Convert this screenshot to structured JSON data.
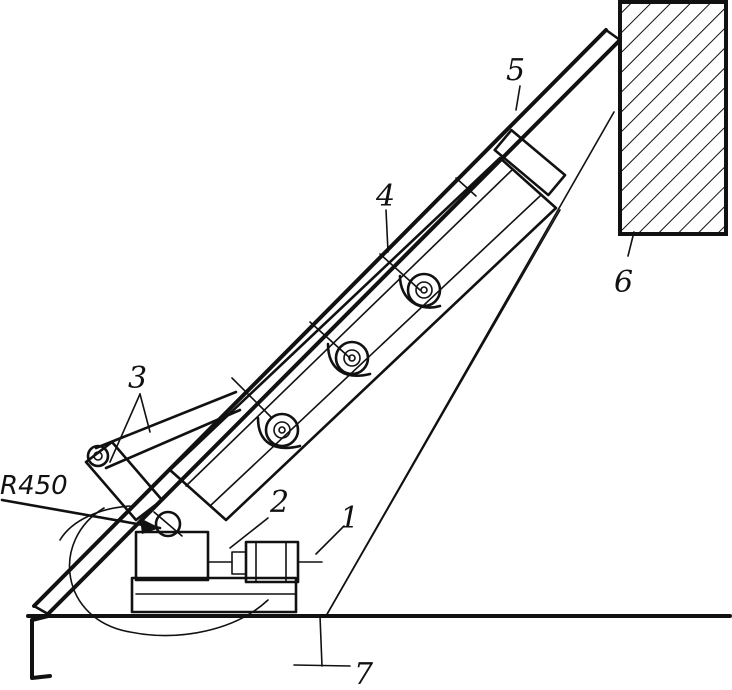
{
  "labels": {
    "motor": "1",
    "gearbox": "2",
    "tilt_link": "3",
    "carriage": "4",
    "boom": "5",
    "wall": "6",
    "ground": "7",
    "radius": "R450"
  },
  "colors": {
    "ink": "#111111",
    "paper": "#ffffff"
  }
}
